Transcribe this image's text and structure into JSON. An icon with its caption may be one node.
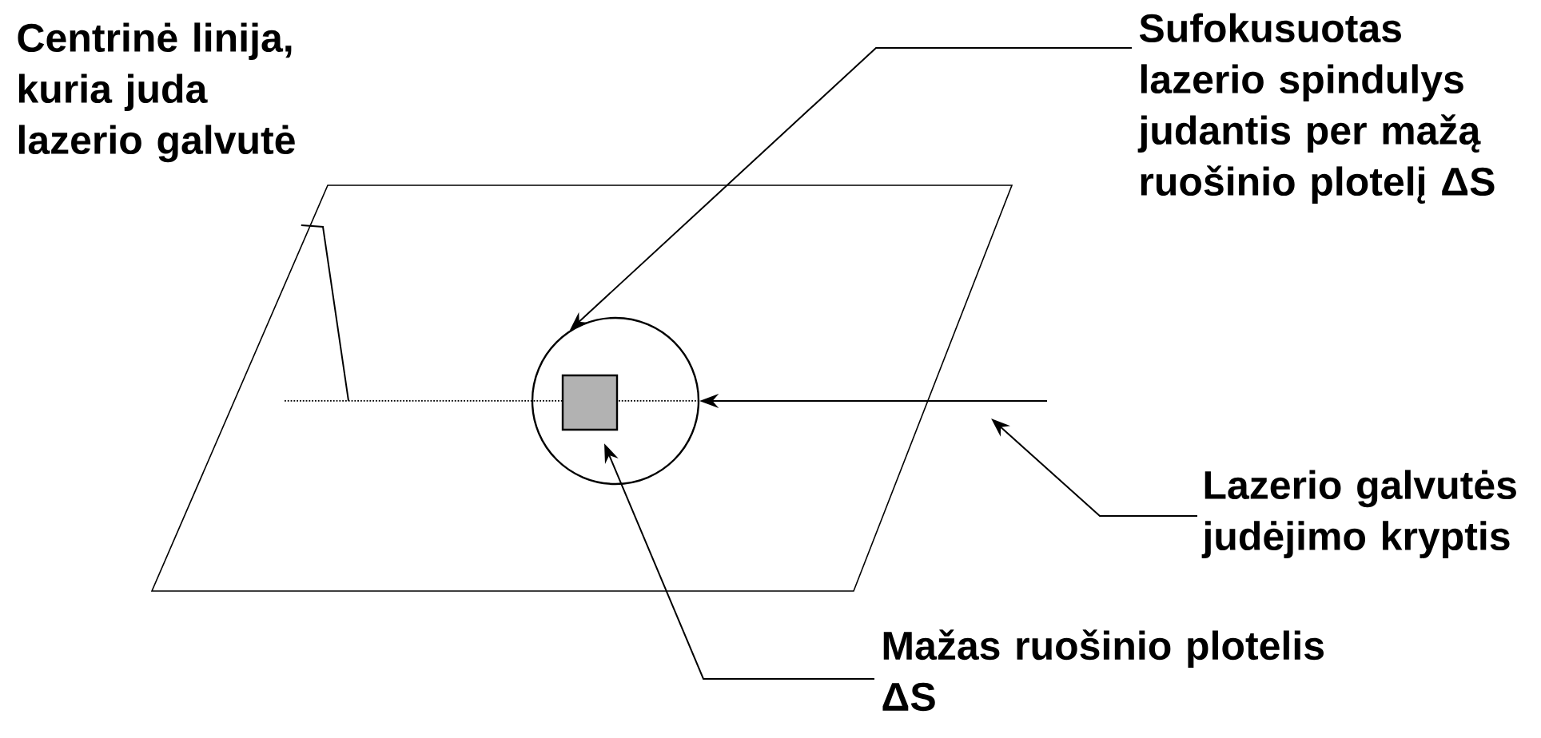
{
  "diagram": {
    "nodes": [
      {
        "text": [
          "Centrinė linija, kuria juda lazerio galvutė"
        ]
      },
      {
        "text": [
          "Sufokusuotas lazerio spindulys judantis per mažą ruošinio plotelį ΔS"
        ]
      },
      {
        "text": [
          "Lazerio galvutės judėjimo kryptis"
        ]
      },
      {
        "text": [
          "Mažas ruošinio plotelis ΔS"
        ]
      },
      {
        "text": [],
        "shape": "circle"
      },
      {
        "text": [],
        "shape": "box",
        "in": 4
      }
    ],
    "edges": [
      {
        "from": 0,
        "to": null,
        "arrow": "none"
      },
      {
        "from": 1,
        "to": 4,
        "arrow": "to"
      },
      {
        "from": null,
        "to": 4,
        "arrow": "to"
      },
      {
        "from": 2,
        "to": null,
        "arrow": "to"
      },
      {
        "from": 3,
        "to": 5,
        "arrow": "to"
      }
    ]
  }
}
